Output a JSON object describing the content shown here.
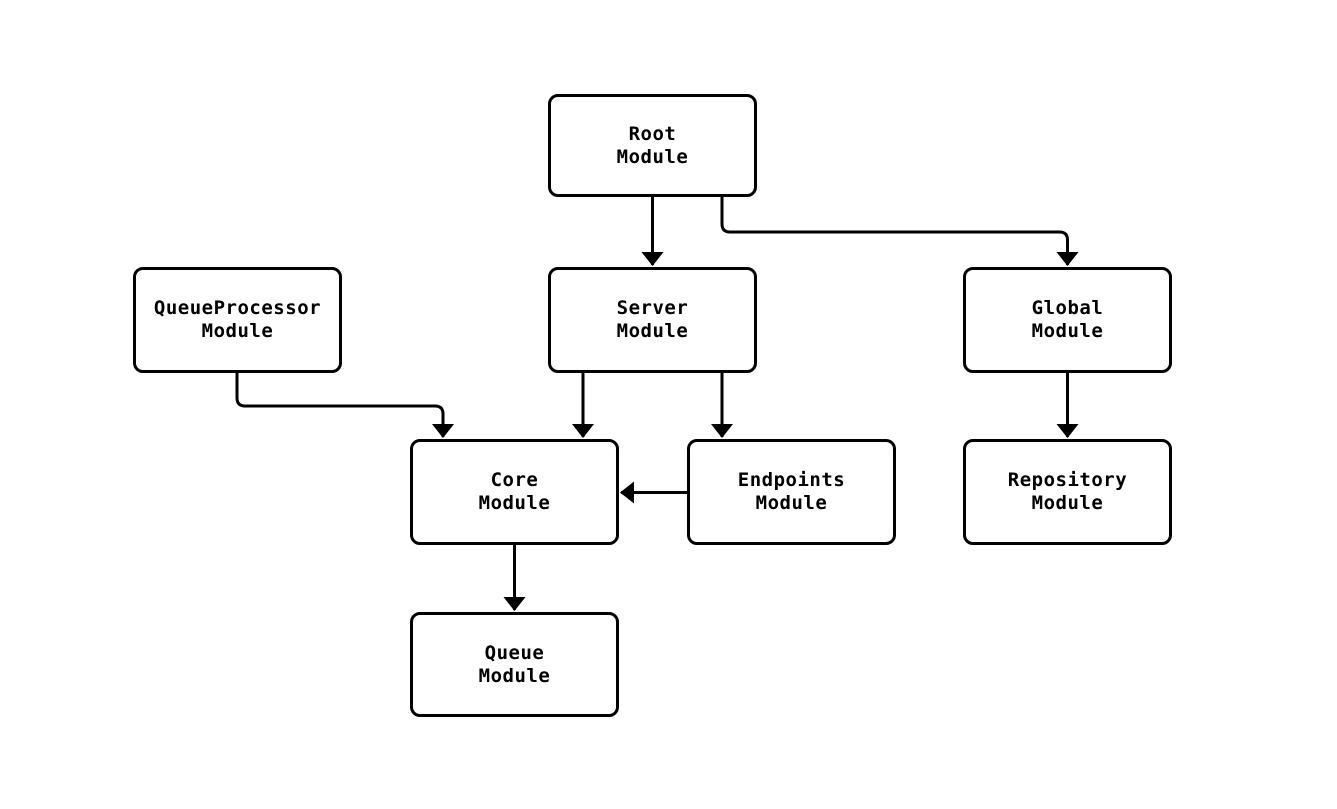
{
  "diagram": {
    "background_color": "#ffffff",
    "node_fill_color": "#ffffff",
    "node_border_color": "#000000",
    "edge_color": "#000000",
    "text_color": "#000000",
    "nodes": [
      {
        "id": "root",
        "line1": "Root",
        "line2": "Module"
      },
      {
        "id": "queueprocessor",
        "line1": "QueueProcessor",
        "line2": "Module"
      },
      {
        "id": "server",
        "line1": "Server",
        "line2": "Module"
      },
      {
        "id": "global",
        "line1": "Global",
        "line2": "Module"
      },
      {
        "id": "core",
        "line1": "Core",
        "line2": "Module"
      },
      {
        "id": "endpoints",
        "line1": "Endpoints",
        "line2": "Module"
      },
      {
        "id": "repository",
        "line1": "Repository",
        "line2": "Module"
      },
      {
        "id": "queue",
        "line1": "Queue",
        "line2": "Module"
      }
    ],
    "edges": [
      {
        "from": "Root Module",
        "to": "Server Module"
      },
      {
        "from": "Root Module",
        "to": "Global Module"
      },
      {
        "from": "QueueProcessor Module",
        "to": "Core Module"
      },
      {
        "from": "Server Module",
        "to": "Core Module"
      },
      {
        "from": "Server Module",
        "to": "Endpoints Module"
      },
      {
        "from": "Endpoints Module",
        "to": "Core Module"
      },
      {
        "from": "Core Module",
        "to": "Queue Module"
      },
      {
        "from": "Global Module",
        "to": "Repository Module"
      }
    ]
  }
}
